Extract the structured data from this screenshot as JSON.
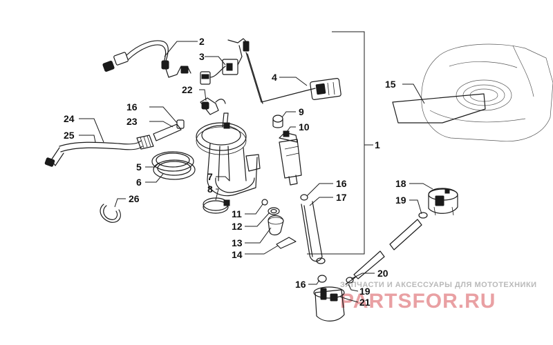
{
  "callouts": [
    {
      "id": "c1",
      "text": "1"
    },
    {
      "id": "c2",
      "text": "2"
    },
    {
      "id": "c3",
      "text": "3"
    },
    {
      "id": "c4",
      "text": "4"
    },
    {
      "id": "c5",
      "text": "5"
    },
    {
      "id": "c6",
      "text": "6"
    },
    {
      "id": "c7",
      "text": "7"
    },
    {
      "id": "c8",
      "text": "8"
    },
    {
      "id": "c9",
      "text": "9"
    },
    {
      "id": "c10",
      "text": "10"
    },
    {
      "id": "c11",
      "text": "11"
    },
    {
      "id": "c12",
      "text": "12"
    },
    {
      "id": "c13",
      "text": "13"
    },
    {
      "id": "c14",
      "text": "14"
    },
    {
      "id": "c15",
      "text": "15"
    },
    {
      "id": "c16a",
      "text": "16"
    },
    {
      "id": "c16b",
      "text": "16"
    },
    {
      "id": "c16c",
      "text": "16"
    },
    {
      "id": "c17",
      "text": "17"
    },
    {
      "id": "c18",
      "text": "18"
    },
    {
      "id": "c19a",
      "text": "19"
    },
    {
      "id": "c19b",
      "text": "19"
    },
    {
      "id": "c20",
      "text": "20"
    },
    {
      "id": "c21",
      "text": "21"
    },
    {
      "id": "c22",
      "text": "22"
    },
    {
      "id": "c23",
      "text": "23"
    },
    {
      "id": "c24",
      "text": "24"
    },
    {
      "id": "c25",
      "text": "25"
    },
    {
      "id": "c26",
      "text": "26"
    }
  ],
  "watermark": {
    "subtitle": "ЗАПЧАСТИ И АКСЕССУАРЫ ДЛЯ МОТОТЕХНИКИ",
    "logo": "PARTSFOR.RU"
  }
}
